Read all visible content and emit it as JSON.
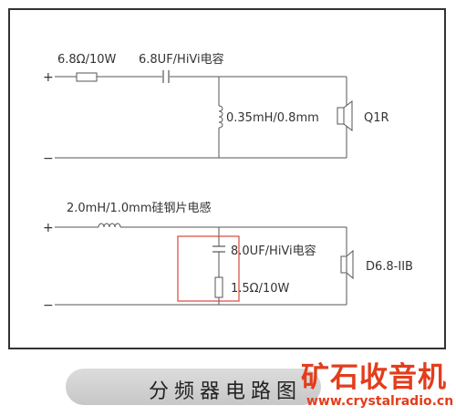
{
  "top_circuit": {
    "plus": "+",
    "minus": "−",
    "resistor_label": "6.8Ω/10W",
    "capacitor_label": "6.8UF/HiVi电容",
    "inductor_label": "0.35mH/0.8mm",
    "driver_label": "Q1R"
  },
  "bottom_circuit": {
    "plus": "+",
    "minus": "−",
    "inductor_label": "2.0mH/1.0mm硅钢片电感",
    "capacitor_label": "8.0UF/HiVi电容",
    "resistor_label": "1.5Ω/10W",
    "driver_label": "D6.8-IIB",
    "highlight_color": "#d9463b"
  },
  "caption": "分频器电路图",
  "watermark": {
    "title": "矿石收音机",
    "url": "www.crystalradio.cn",
    "color": "#e33d1c"
  }
}
